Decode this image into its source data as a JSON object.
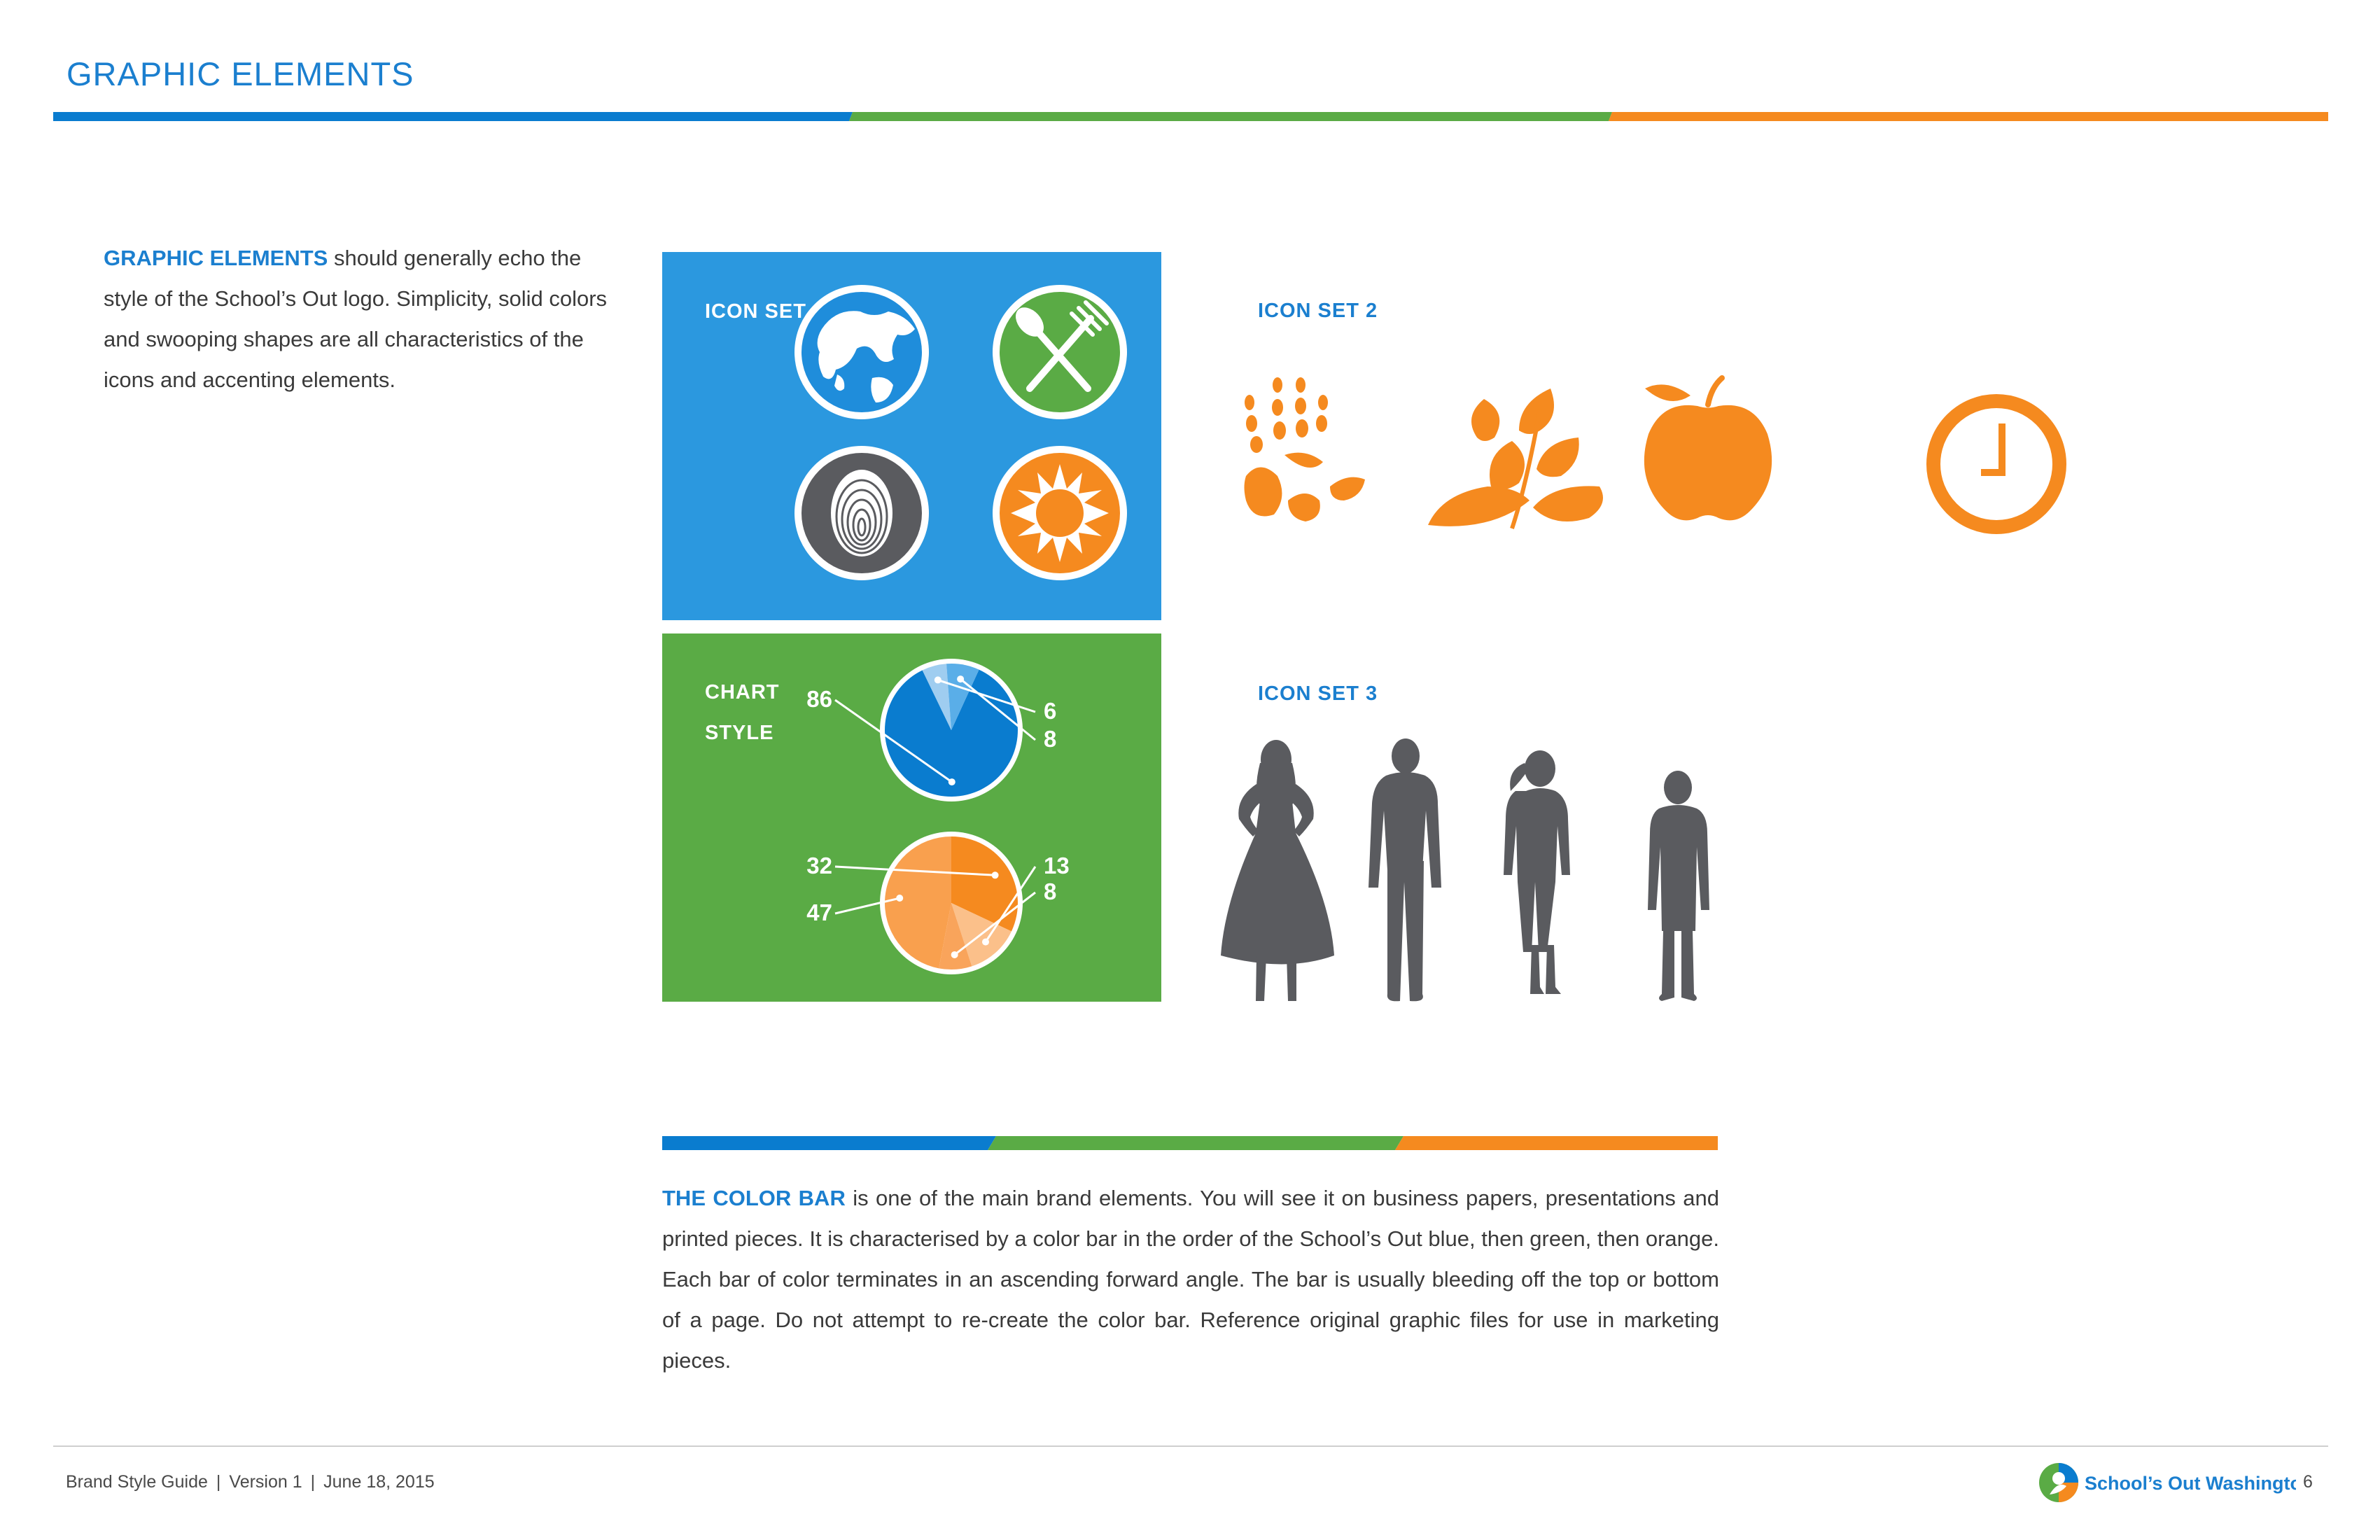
{
  "header": {
    "title": "GRAPHIC ELEMENTS"
  },
  "intro": {
    "lead": "GRAPHIC ELEMENTS",
    "body": " should generally echo the style of the School’s Out logo. Simplicity, solid colors and swooping shapes are all characteristics of the icons and accenting elements."
  },
  "icon_set_1": {
    "label": "ICON SET 1",
    "icons": [
      "globe-icon",
      "fork-spoon-icon",
      "fingerprint-icon",
      "sun-icon"
    ]
  },
  "icon_set_2": {
    "label": "ICON SET 2",
    "icons": [
      "handprint-icon",
      "leaves-icon",
      "apple-icon",
      "clock-icon"
    ]
  },
  "icon_set_3": {
    "label": "ICON SET 3",
    "icons": [
      "girl-silhouette-icon",
      "man-silhouette-icon",
      "girl-ponytail-silhouette-icon",
      "boy-silhouette-icon"
    ]
  },
  "chart_panel": {
    "label_line1": "CHART",
    "label_line2": "STYLE"
  },
  "chart_data": [
    {
      "type": "pie",
      "categories": [
        "86",
        "6",
        "8"
      ],
      "values": [
        86,
        6,
        8
      ],
      "colors": [
        "#0a7ccf",
        "#9fcdf0",
        "#5aaee8"
      ],
      "title": ""
    },
    {
      "type": "pie",
      "categories": [
        "32",
        "13",
        "8",
        "47"
      ],
      "values": [
        32,
        13,
        8,
        47
      ],
      "colors": [
        "#f58a1f",
        "#fbc08a",
        "#f9a45b",
        "#f9a04e"
      ],
      "title": ""
    }
  ],
  "color_bar": {
    "lead": "THE COLOR BAR",
    "body": " is one of the main brand elements. You will see it on business papers, presentations and printed pieces. It is characterised by a color bar in the order of the School’s Out blue, then green, then orange. Each bar of color terminates in an ascending forward angle. The bar is usually bleeding off the top or bottom of a page. Do not attempt to re-create the color bar. Reference original graphic files for use in marketing pieces.",
    "colors": [
      "#0a7ccf",
      "#5aab45",
      "#f58a1f"
    ]
  },
  "footer": {
    "guide": "Brand Style Guide",
    "version": "Version 1",
    "date": "June 18, 2015",
    "logo_text": "School’s Out Washington",
    "page_number": "6"
  }
}
